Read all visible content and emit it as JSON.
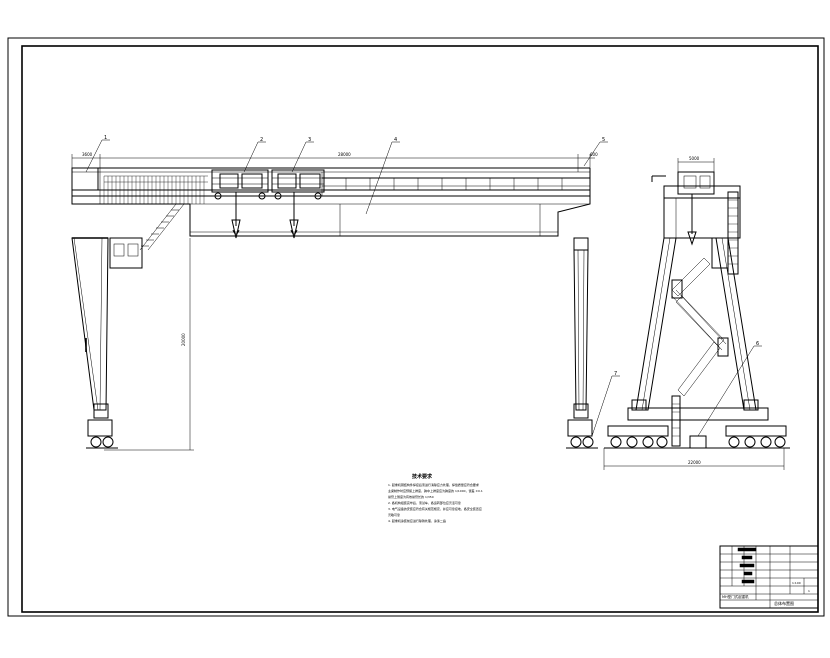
{
  "drawing": {
    "callouts": [
      "1",
      "2",
      "3",
      "4",
      "5",
      "6",
      "7"
    ],
    "dimensions": {
      "left_overhang": "3600",
      "span": "28000",
      "right_overhang": "600",
      "lift_height": "20000",
      "trolley_gauge": "5000",
      "base_width": "22000"
    },
    "notes": {
      "title": "技术要求",
      "lines": [
        "1. 起重机钢结构件焊接后须进行消除应力处理，焊缝质量应符合要求",
        "主梁制作时应预留上拱度，跨中上拱度应为跨度的 1/1000，误差 ±0.1",
        "悬臂上翘度为有效悬臂长的 1/350",
        "2. 各机构组装完毕后，须试车，各运转部位应灵活可靠",
        "3. 电气设备的安装应符合有关规范规定，并应可靠接地，各安全装置应",
        "灵敏可靠",
        "4. 起重机涂装前应进行除锈处理，涂漆二遍"
      ]
    },
    "title_block": {
      "company": "MH型门式起重机",
      "drawing_name": "总体布置图",
      "scale": "1:100",
      "sheet": "1"
    }
  }
}
